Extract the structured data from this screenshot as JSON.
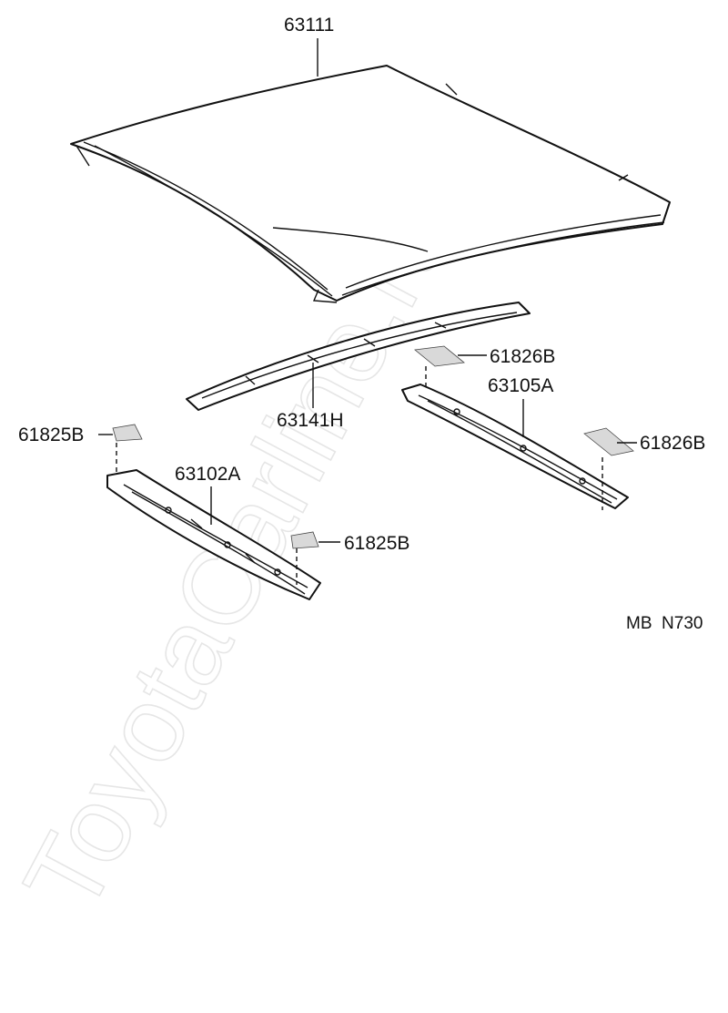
{
  "watermark": "ToyotaCarline.ru",
  "diagram_code": "MB  N730",
  "parts": {
    "roof_panel": "63111",
    "reinforcement_front": "63141H",
    "reinforcement_center": "63105A",
    "reinforcement_rear": "63102A",
    "pad_center_left": "61826B",
    "pad_center_right": "61826B",
    "pad_rear_left": "61825B",
    "pad_rear_right": "61825B"
  }
}
